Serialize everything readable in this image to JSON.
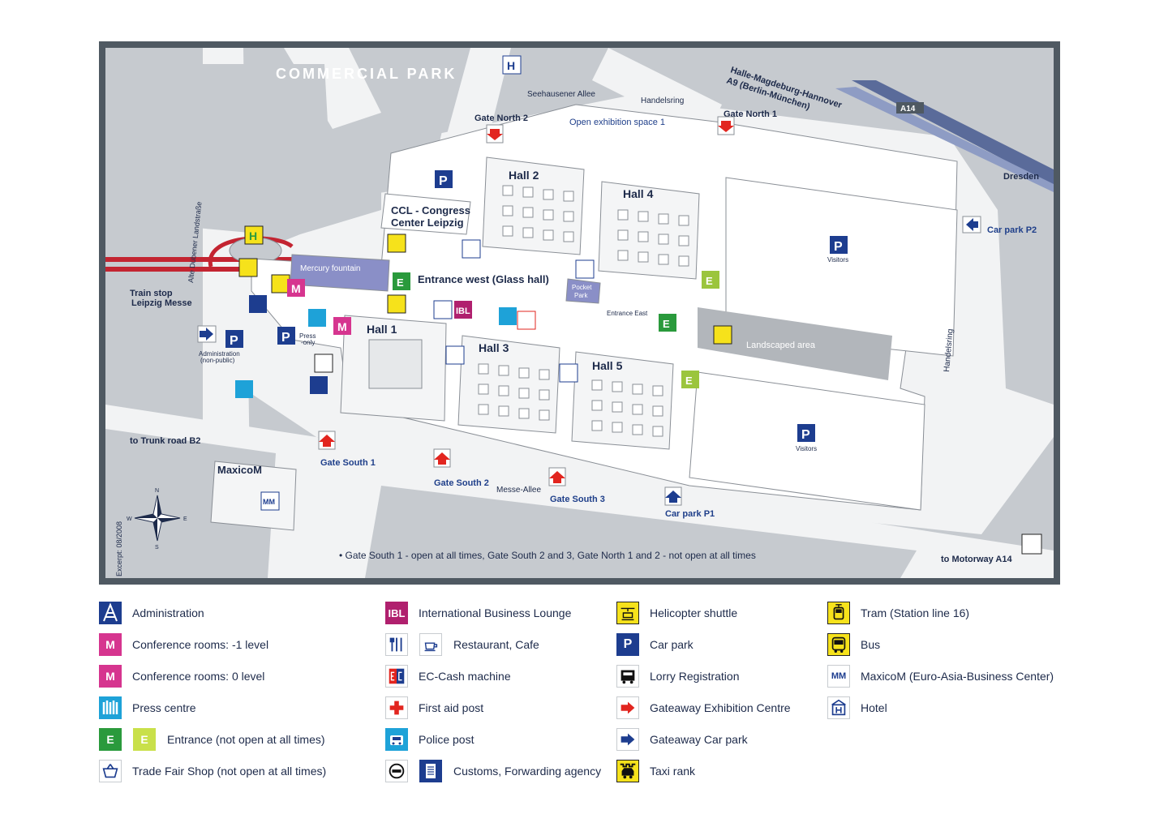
{
  "map": {
    "district_label": "COMMERCIAL PARK",
    "footnote": "• Gate South 1 - open at all times, Gate South 2 and 3, Gate North 1 and 2 - not open at all times",
    "excerpt": "Excerpt: 08/2008",
    "halls": [
      "Hall 1",
      "Hall 2",
      "Hall 3",
      "Hall 4",
      "Hall 5"
    ],
    "ccl_line1": "CCL - Congress",
    "ccl_line2": "Center Leipzig",
    "entrance_west": "Entrance west (Glass hall)",
    "entrance_east": "Entrance East",
    "mercury_fountain": "Mercury fountain",
    "pocket_park_1": "Pocket",
    "pocket_park_2": "Park",
    "landscaped_area": "Landscaped area",
    "open_exhibition": "Open exhibition space 1",
    "gates": {
      "north1": "Gate North 1",
      "north2": "Gate North 2",
      "south1": "Gate South 1",
      "south2": "Gate South 2",
      "south3": "Gate South 3"
    },
    "roads": {
      "seehausener": "Seehausener Allee",
      "handelsring_top": "Handelsring",
      "handelsring_right": "Handelsring",
      "messe_allee": "Messe-Allee",
      "alte_dubener": "Alte Dübener Landstraße",
      "a14": "A14"
    },
    "directions": {
      "halle_1": "Halle-Magdeburg-Hannover",
      "halle_2": "A9 (Berlin-München)",
      "dresden": "Dresden",
      "train_1": "Train stop",
      "train_2": "Leipzig Messe",
      "trunk": "to Trunk road B2",
      "motorway": "to Motorway A14"
    },
    "parking": {
      "p2": "Car park P2",
      "p1": "Car park P1",
      "visitors": "Visitors",
      "p_letter": "P"
    },
    "admin_1": "Administration",
    "admin_2": "(non-public)",
    "press_1": "Press",
    "press_2": "-only",
    "maxicom": "MaxicoM",
    "compass": {
      "n": "N",
      "e": "E",
      "s": "S",
      "w": "W"
    }
  },
  "legend": {
    "col1": [
      {
        "icon": "administration-icon",
        "label": "Administration"
      },
      {
        "icon": "conference-minus1-icon",
        "label": "Conference rooms: -1 level"
      },
      {
        "icon": "conference-0-icon",
        "label": "Conference rooms: 0 level"
      },
      {
        "icon": "press-centre-icon",
        "label": "Press centre"
      },
      {
        "icon": "entrance-icon",
        "label": "Entrance (not open at all times)"
      },
      {
        "icon": "shop-basket-icon",
        "label": "Trade Fair Shop (not open at all times)"
      }
    ],
    "col2": [
      {
        "icon": "ibl-icon",
        "label": "International Business Lounge"
      },
      {
        "icon": "restaurant-icon",
        "label": "Restaurant, Cafe"
      },
      {
        "icon": "ec-cash-icon",
        "label": "EC-Cash machine"
      },
      {
        "icon": "first-aid-icon",
        "label": "First aid post"
      },
      {
        "icon": "police-icon",
        "label": "Police post"
      },
      {
        "icon": "customs-icon",
        "label": "Customs, Forwarding agency"
      }
    ],
    "col3": [
      {
        "icon": "helicopter-icon",
        "label": "Helicopter shuttle"
      },
      {
        "icon": "car-park-icon",
        "label": "Car park"
      },
      {
        "icon": "lorry-icon",
        "label": "Lorry Registration"
      },
      {
        "icon": "gateway-exhibition-icon",
        "label": "Gateaway Exhibition Centre"
      },
      {
        "icon": "gateway-car-park-icon",
        "label": "Gateaway Car park"
      },
      {
        "icon": "taxi-icon",
        "label": "Taxi rank"
      }
    ],
    "col4": [
      {
        "icon": "tram-icon",
        "label": "Tram (Station line 16)"
      },
      {
        "icon": "bus-icon",
        "label": "Bus"
      },
      {
        "icon": "maxicom-icon",
        "label": "MaxicoM (Euro-Asia-Business Center)"
      },
      {
        "icon": "hotel-icon",
        "label": "Hotel"
      }
    ],
    "icon_text": {
      "ibl": "IBL",
      "m": "M",
      "e": "E",
      "p": "P",
      "mm": "MM",
      "h": "H"
    }
  },
  "colors": {
    "navy": "#1d3d8f",
    "magenta": "#d6358f",
    "ibl_purple": "#b0206e",
    "green": "#2a9a3c",
    "light_green": "#9bc53d",
    "cyan": "#1ea2d8",
    "yellow": "#f6e21b",
    "red": "#e2251f",
    "map_grey": "#c8ccd0",
    "road_white": "#f4f5f6"
  }
}
